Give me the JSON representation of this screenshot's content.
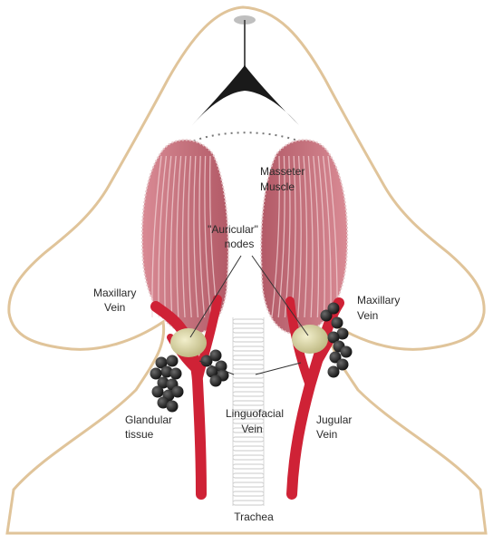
{
  "labels": {
    "masseter_line1": "Masseter",
    "masseter_line2": "Muscle",
    "auricular_line1": "\"Auricular\"",
    "auricular_line2": "nodes",
    "maxillary_left_line1": "Maxillary",
    "maxillary_left_line2": "Vein",
    "maxillary_right_line1": "Maxillary",
    "maxillary_right_line2": "Vein",
    "glandular_line1": "Glandular",
    "glandular_line2": "tissue",
    "linguofacial_line1": "Linguofacial",
    "linguofacial_line2": "Vein",
    "jugular_line1": "Jugular",
    "jugular_line2": "Vein",
    "trachea": "Trachea"
  },
  "colors": {
    "outline": "#e0c49a",
    "muscle": "#c4727d",
    "muscle_stripe": "#f2d3d6",
    "vein": "#cf2236",
    "node": "#d9d49c",
    "gland": "#1c1c1c",
    "trachea": "#c8c8c8",
    "leader_line": "#333333"
  }
}
